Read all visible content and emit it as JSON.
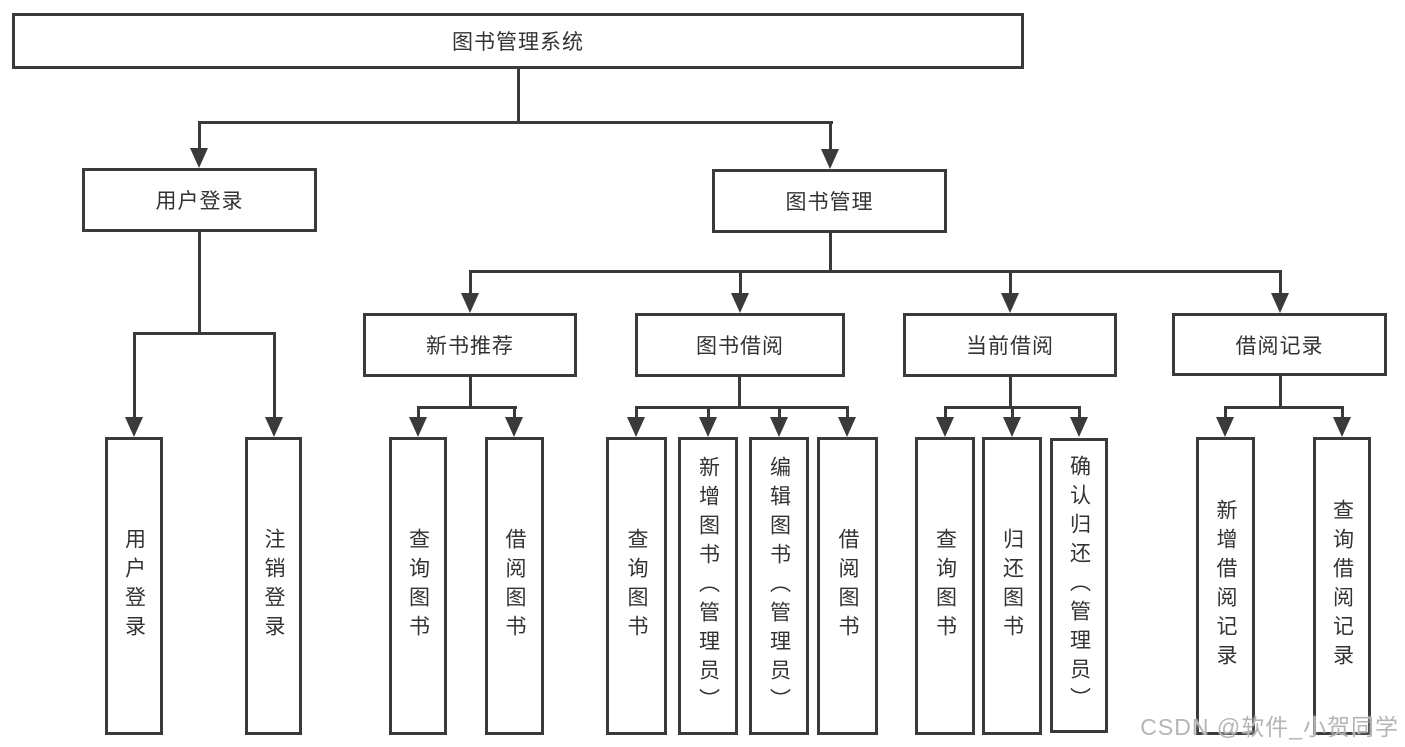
{
  "diagram": {
    "tree": {
      "label": "图书管理系统",
      "children": [
        {
          "label": "用户登录",
          "children": [
            {
              "label": "用户登录"
            },
            {
              "label": "注销登录"
            }
          ]
        },
        {
          "label": "图书管理",
          "children": [
            {
              "label": "新书推荐",
              "children": [
                {
                  "label": "查询图书"
                },
                {
                  "label": "借阅图书"
                }
              ]
            },
            {
              "label": "图书借阅",
              "children": [
                {
                  "label": "查询图书"
                },
                {
                  "label": "新增图书（管理员）"
                },
                {
                  "label": "编辑图书（管理员）"
                },
                {
                  "label": "借阅图书"
                }
              ]
            },
            {
              "label": "当前借阅",
              "children": [
                {
                  "label": "查询图书"
                },
                {
                  "label": "归还图书"
                },
                {
                  "label": "确认归还（管理员）"
                }
              ]
            },
            {
              "label": "借阅记录",
              "children": [
                {
                  "label": "新增借阅记录"
                },
                {
                  "label": "查询借阅记录"
                }
              ]
            }
          ]
        }
      ]
    }
  },
  "watermark": {
    "text": "CSDN @软件_小贺同学"
  },
  "colors": {
    "line": "#3a3a3a",
    "text": "#333333",
    "watermark": "#b5b5b5",
    "background": "#ffffff"
  }
}
